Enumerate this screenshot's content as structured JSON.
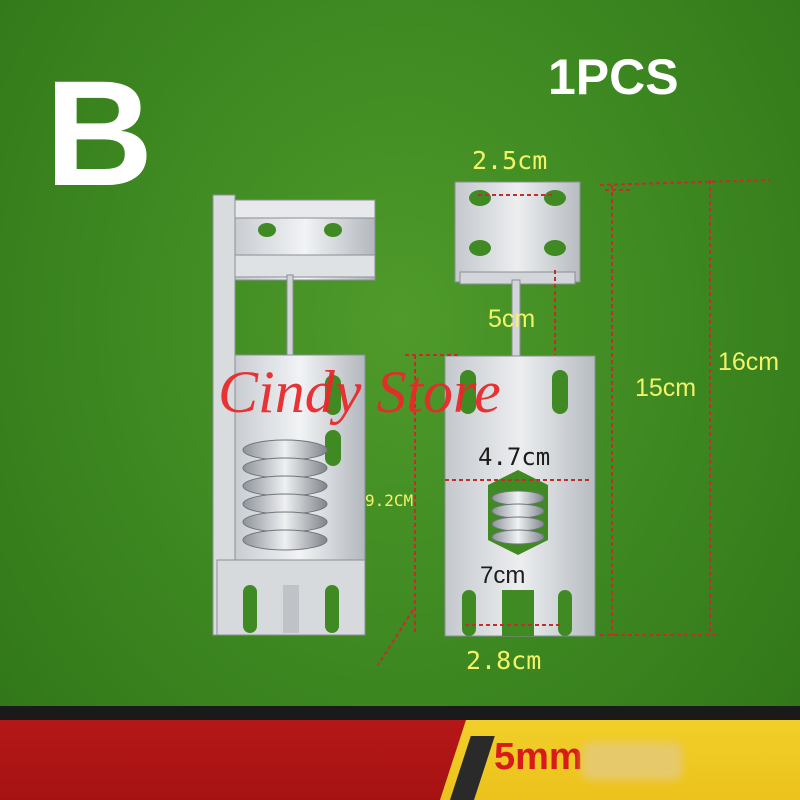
{
  "header": {
    "variant_letter": "B",
    "quantity": "1PCS"
  },
  "dimensions": {
    "top_width": "2.5cm",
    "spring_gap": "5cm",
    "plate_width": "4.7cm",
    "lower_plate_length": "9.2CM",
    "slot_length": "7cm",
    "total_length": "15cm",
    "overall_length": "16cm",
    "bottom_width": "2.8cm"
  },
  "watermark": "Cindy Store",
  "bottom_bar": {
    "size_label": "5mm"
  },
  "colors": {
    "background": "#3f8a22",
    "dimension_text": "#f3f36a",
    "dimension_lines": "#c0302a",
    "watermark": "#e82a2a",
    "bar_red": "#a61212",
    "bar_yellow": "#ecc21c"
  }
}
